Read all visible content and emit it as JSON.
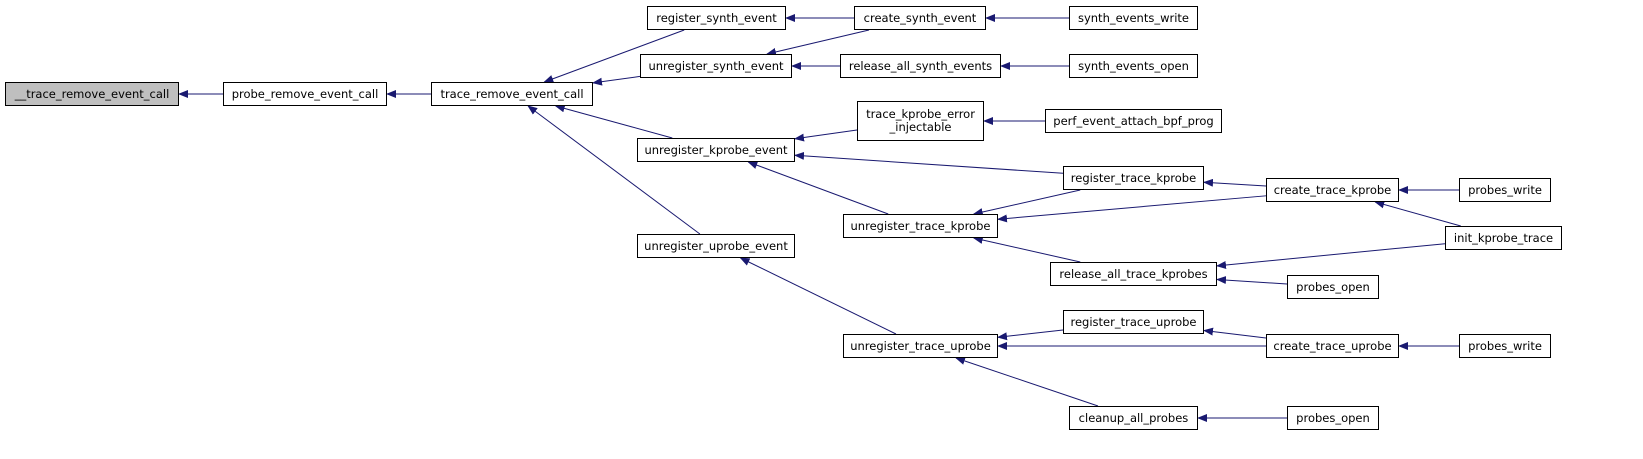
{
  "colors": {
    "edge": "#191970",
    "node_border": "#000000",
    "root_fill": "#bfbfbf",
    "node_fill": "#ffffff"
  },
  "nodes": [
    {
      "id": "n0",
      "lines": [
        "__trace_remove_event_call"
      ],
      "root": true
    },
    {
      "id": "n1",
      "lines": [
        "probe_remove_event_call"
      ]
    },
    {
      "id": "n2",
      "lines": [
        "trace_remove_event_call"
      ]
    },
    {
      "id": "n3",
      "lines": [
        "register_synth_event"
      ]
    },
    {
      "id": "n4",
      "lines": [
        "unregister_synth_event"
      ]
    },
    {
      "id": "n5",
      "lines": [
        "unregister_kprobe_event"
      ]
    },
    {
      "id": "n6",
      "lines": [
        "unregister_uprobe_event"
      ]
    },
    {
      "id": "n7",
      "lines": [
        "create_synth_event"
      ]
    },
    {
      "id": "n8",
      "lines": [
        "release_all_synth_events"
      ]
    },
    {
      "id": "n9",
      "lines": [
        "synth_events_write"
      ]
    },
    {
      "id": "n10",
      "lines": [
        "synth_events_open"
      ]
    },
    {
      "id": "n11",
      "lines": [
        "trace_kprobe_error",
        "_injectable"
      ]
    },
    {
      "id": "n12",
      "lines": [
        "perf_event_attach_bpf_prog"
      ]
    },
    {
      "id": "n13",
      "lines": [
        "unregister_trace_kprobe"
      ]
    },
    {
      "id": "n14",
      "lines": [
        "register_trace_kprobe"
      ]
    },
    {
      "id": "n15",
      "lines": [
        "create_trace_kprobe"
      ]
    },
    {
      "id": "n16",
      "lines": [
        "probes_write"
      ]
    },
    {
      "id": "n17",
      "lines": [
        "init_kprobe_trace"
      ]
    },
    {
      "id": "n18",
      "lines": [
        "release_all_trace_kprobes"
      ]
    },
    {
      "id": "n19",
      "lines": [
        "probes_open"
      ]
    },
    {
      "id": "n20",
      "lines": [
        "unregister_trace_uprobe"
      ]
    },
    {
      "id": "n21",
      "lines": [
        "register_trace_uprobe"
      ]
    },
    {
      "id": "n22",
      "lines": [
        "create_trace_uprobe"
      ]
    },
    {
      "id": "n23",
      "lines": [
        "probes_write"
      ]
    },
    {
      "id": "n24",
      "lines": [
        "cleanup_all_probes"
      ]
    },
    {
      "id": "n25",
      "lines": [
        "probes_open"
      ]
    }
  ],
  "edges": [
    [
      "n1",
      "n0"
    ],
    [
      "n2",
      "n1"
    ],
    [
      "n3",
      "n2"
    ],
    [
      "n4",
      "n2"
    ],
    [
      "n5",
      "n2"
    ],
    [
      "n6",
      "n2"
    ],
    [
      "n7",
      "n3"
    ],
    [
      "n7",
      "n4"
    ],
    [
      "n8",
      "n4"
    ],
    [
      "n9",
      "n7"
    ],
    [
      "n10",
      "n8"
    ],
    [
      "n11",
      "n5"
    ],
    [
      "n14",
      "n5"
    ],
    [
      "n13",
      "n5"
    ],
    [
      "n12",
      "n11"
    ],
    [
      "n14",
      "n13"
    ],
    [
      "n15",
      "n13"
    ],
    [
      "n18",
      "n13"
    ],
    [
      "n15",
      "n14"
    ],
    [
      "n16",
      "n15"
    ],
    [
      "n17",
      "n15"
    ],
    [
      "n17",
      "n18"
    ],
    [
      "n19",
      "n18"
    ],
    [
      "n20",
      "n6"
    ],
    [
      "n21",
      "n20"
    ],
    [
      "n22",
      "n20"
    ],
    [
      "n24",
      "n20"
    ],
    [
      "n22",
      "n21"
    ],
    [
      "n23",
      "n22"
    ],
    [
      "n25",
      "n24"
    ]
  ]
}
